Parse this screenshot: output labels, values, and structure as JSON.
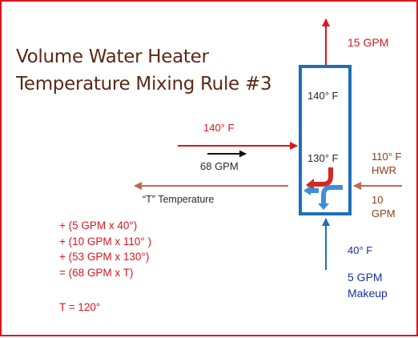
{
  "slide": {
    "title_lines": [
      "Volume Water Heater",
      "Temperature Mixing Rule #3"
    ]
  },
  "tank": {
    "top_temp": "140° F",
    "mid_temp": "130° F"
  },
  "outlet": {
    "flow": "15 GPM"
  },
  "supply": {
    "temp": "140° F",
    "flow": "68 GPM"
  },
  "return": {
    "temp": "110° F",
    "name": "HWR",
    "flow_lines": [
      "10",
      "GPM"
    ]
  },
  "mixed": {
    "label": "“T”  Temperature"
  },
  "makeup": {
    "temp": "40° F",
    "flow": "5 GPM",
    "name": "Makeup"
  },
  "calculation": {
    "lines": [
      "+ (5 GPM x 40°)",
      "+ (10 GPM x 110° )",
      "+ (53 GPM x 130°)",
      "= (68 GPM x T)"
    ],
    "result": "T = 120°"
  },
  "colors": {
    "border": "#e0141b",
    "supply": "#e0141b",
    "return": "#c0694a",
    "tank": "#1e6fb8",
    "makeup": "#1e6fb8",
    "title": "#5a2a16"
  }
}
